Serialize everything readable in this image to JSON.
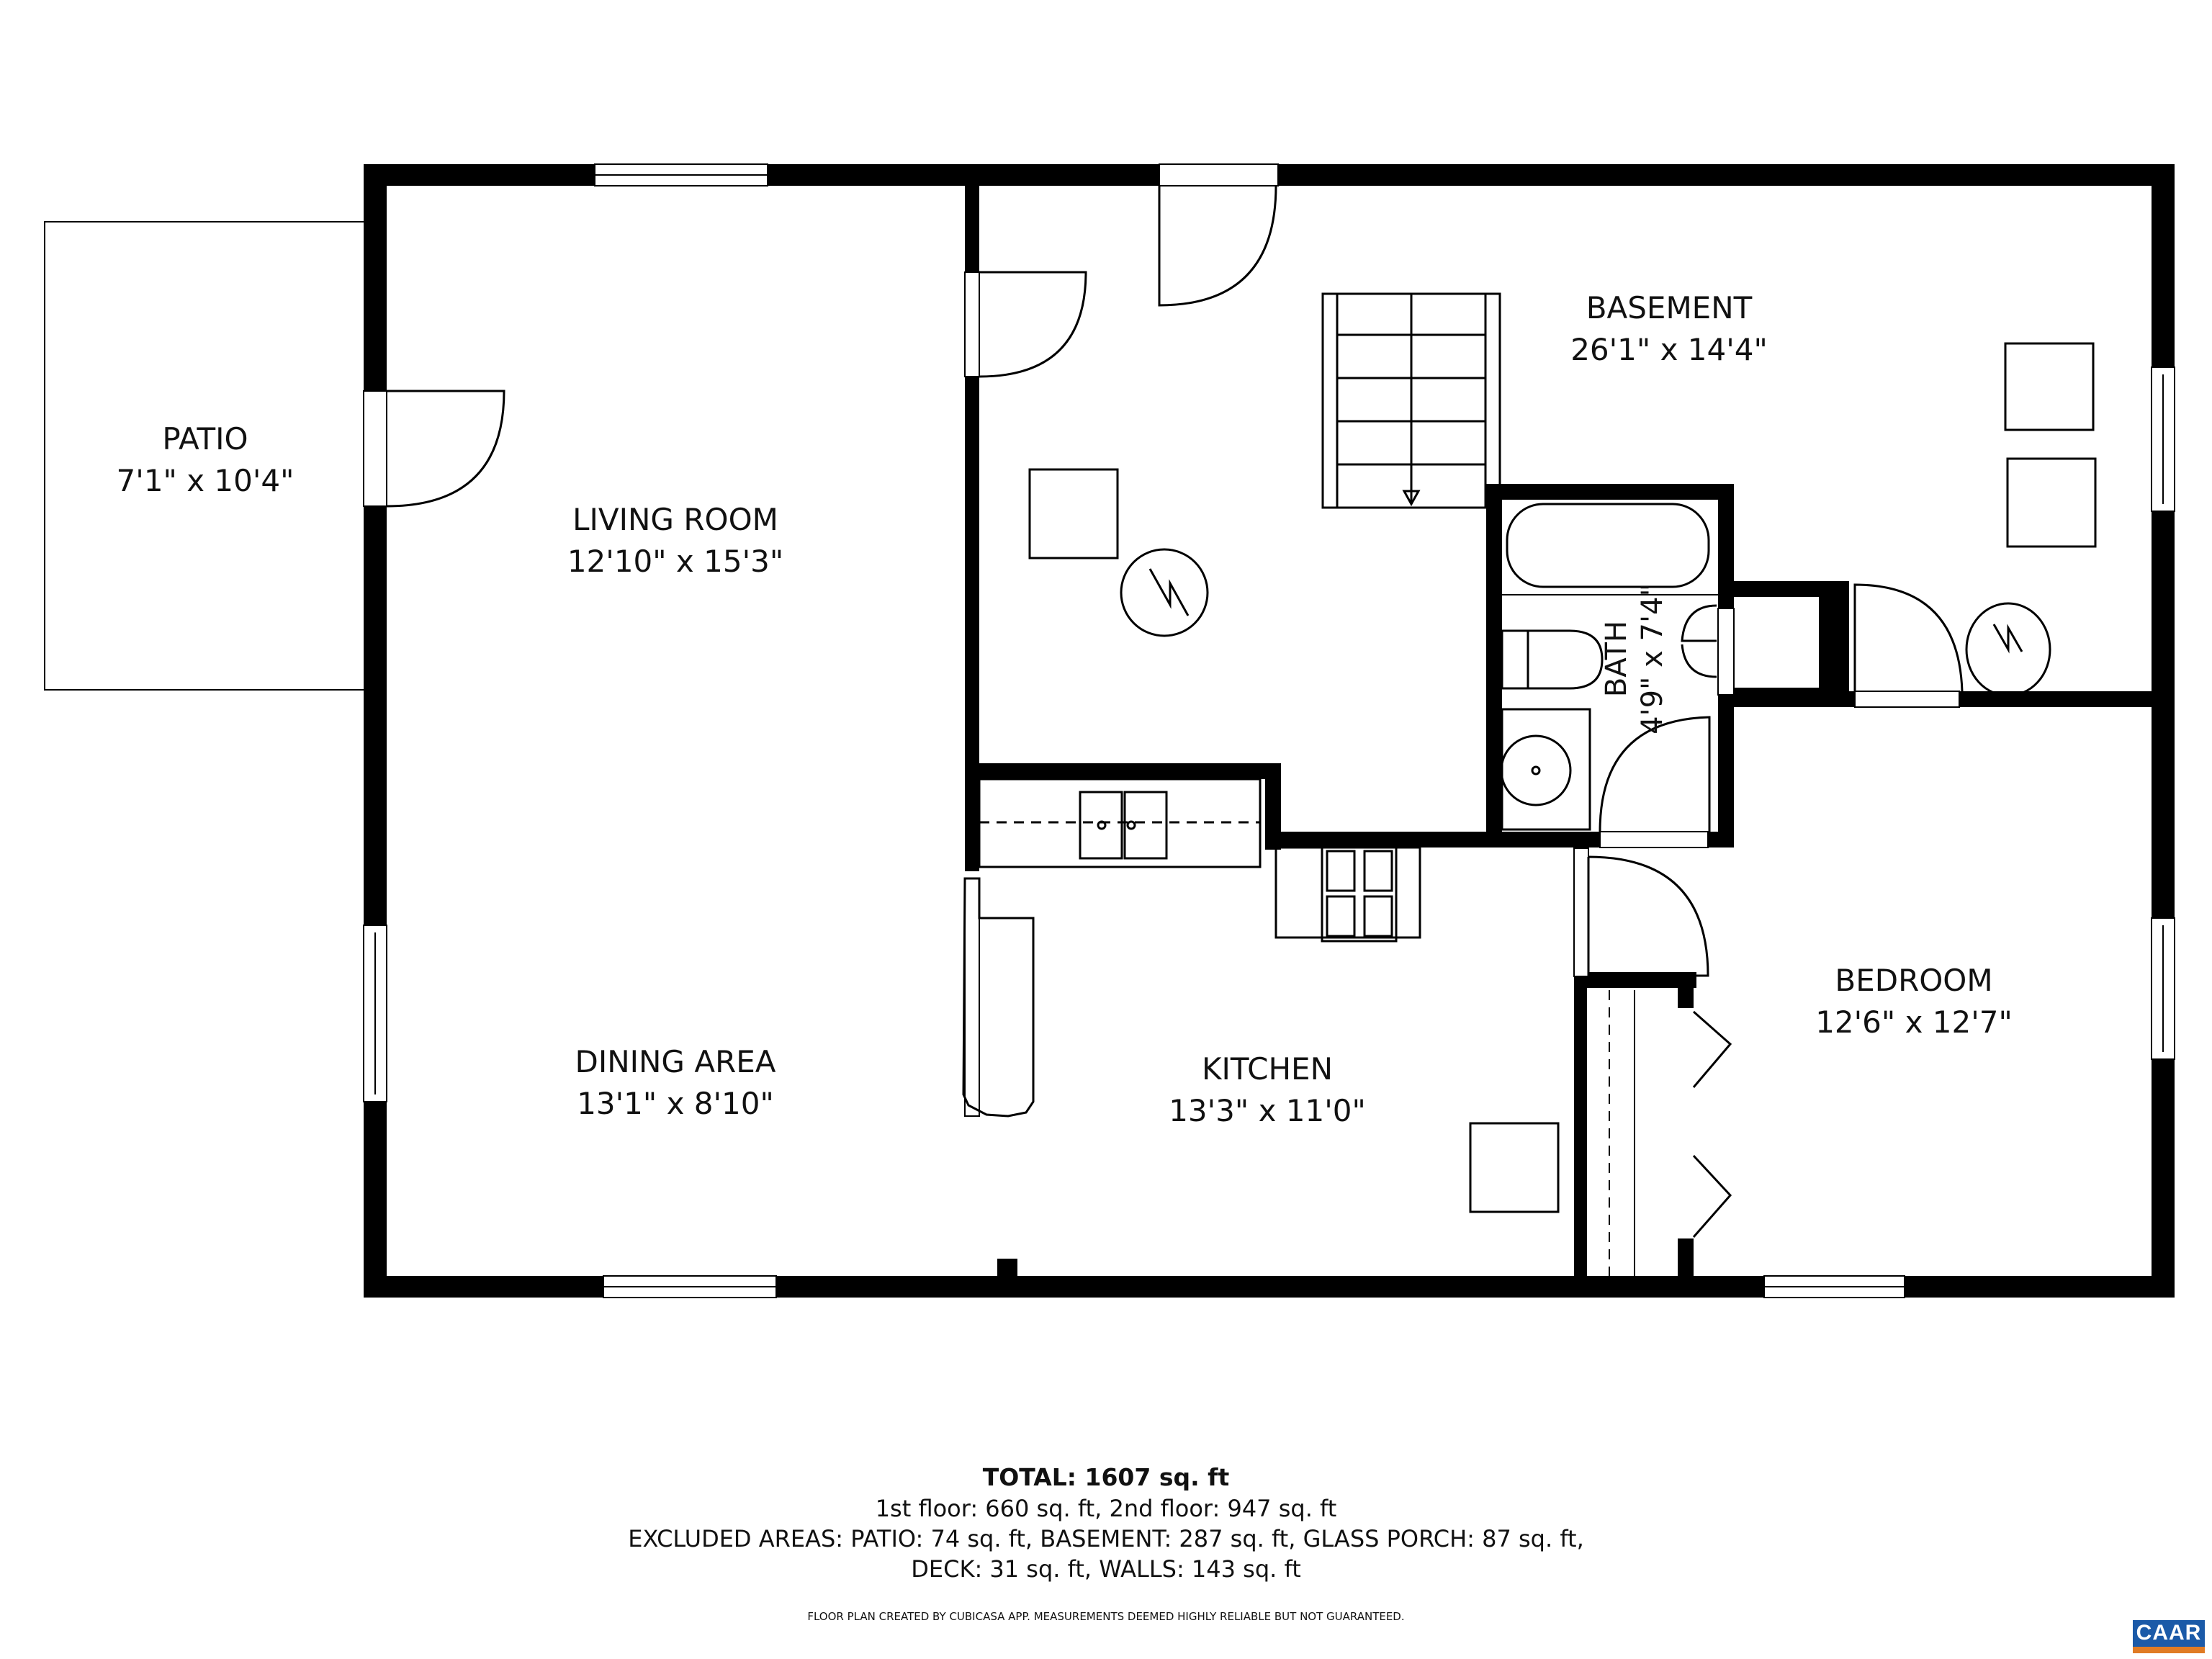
{
  "floor_plan": {
    "rooms": [
      {
        "id": "patio",
        "name": "PATIO",
        "dimensions": "7'1\" x 10'4\""
      },
      {
        "id": "living_room",
        "name": "LIVING ROOM",
        "dimensions": "12'10\" x 15'3\""
      },
      {
        "id": "dining_area",
        "name": "DINING AREA",
        "dimensions": "13'1\" x 8'10\""
      },
      {
        "id": "basement",
        "name": "BASEMENT",
        "dimensions": "26'1\" x 14'4\""
      },
      {
        "id": "bath",
        "name": "BATH",
        "dimensions": "4'9\" x 7'4\""
      },
      {
        "id": "kitchen",
        "name": "KITCHEN",
        "dimensions": "13'3\" x 11'0\""
      },
      {
        "id": "bedroom",
        "name": "BEDROOM",
        "dimensions": "12'6\" x 12'7\""
      }
    ],
    "fixtures": [
      "stairs-icon",
      "water-heater-icon",
      "bathtub-icon",
      "toilet-icon",
      "sink-icon",
      "double-sink-icon",
      "stove-icon",
      "washer-icon",
      "dryer-icon",
      "fridge-icon"
    ]
  },
  "summary": {
    "total": "TOTAL: 1607 sq. ft",
    "floors": "1st floor: 660 sq. ft, 2nd floor: 947 sq. ft",
    "excluded_1": "EXCLUDED AREAS: PATIO: 74 sq. ft, BASEMENT: 287 sq. ft, GLASS PORCH: 87 sq. ft,",
    "excluded_2": "DECK: 31 sq. ft, WALLS: 143 sq. ft"
  },
  "disclaimer": "FLOOR PLAN CREATED BY CUBICASA APP. MEASUREMENTS DEEMED HIGHLY RELIABLE BUT NOT GUARANTEED.",
  "logo": {
    "text": "CAAR",
    "bg_color": "#1b5aa8",
    "bar_color": "#e07b24"
  }
}
